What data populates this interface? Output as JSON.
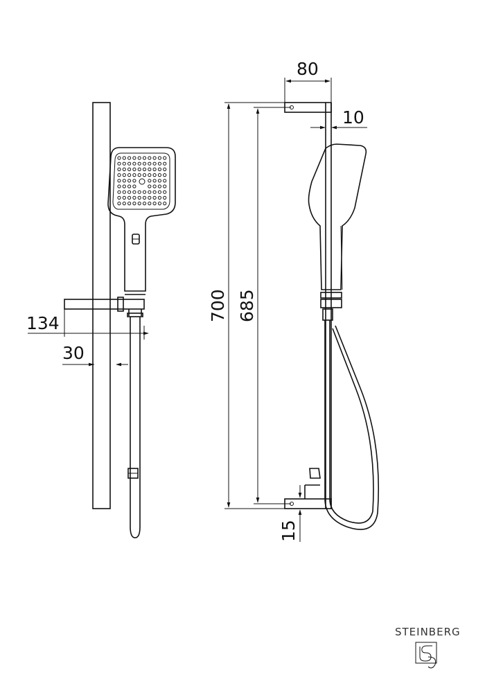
{
  "dimensions": {
    "width_top": "80",
    "wall_offset": "10",
    "overall_height": "700",
    "fixing_centres": "685",
    "bottom_offset": "15",
    "holder_projection": "134",
    "rail_offset": "30"
  },
  "brand": {
    "name": "STEINBERG",
    "logo_icon": "steinberg-logo-icon"
  }
}
